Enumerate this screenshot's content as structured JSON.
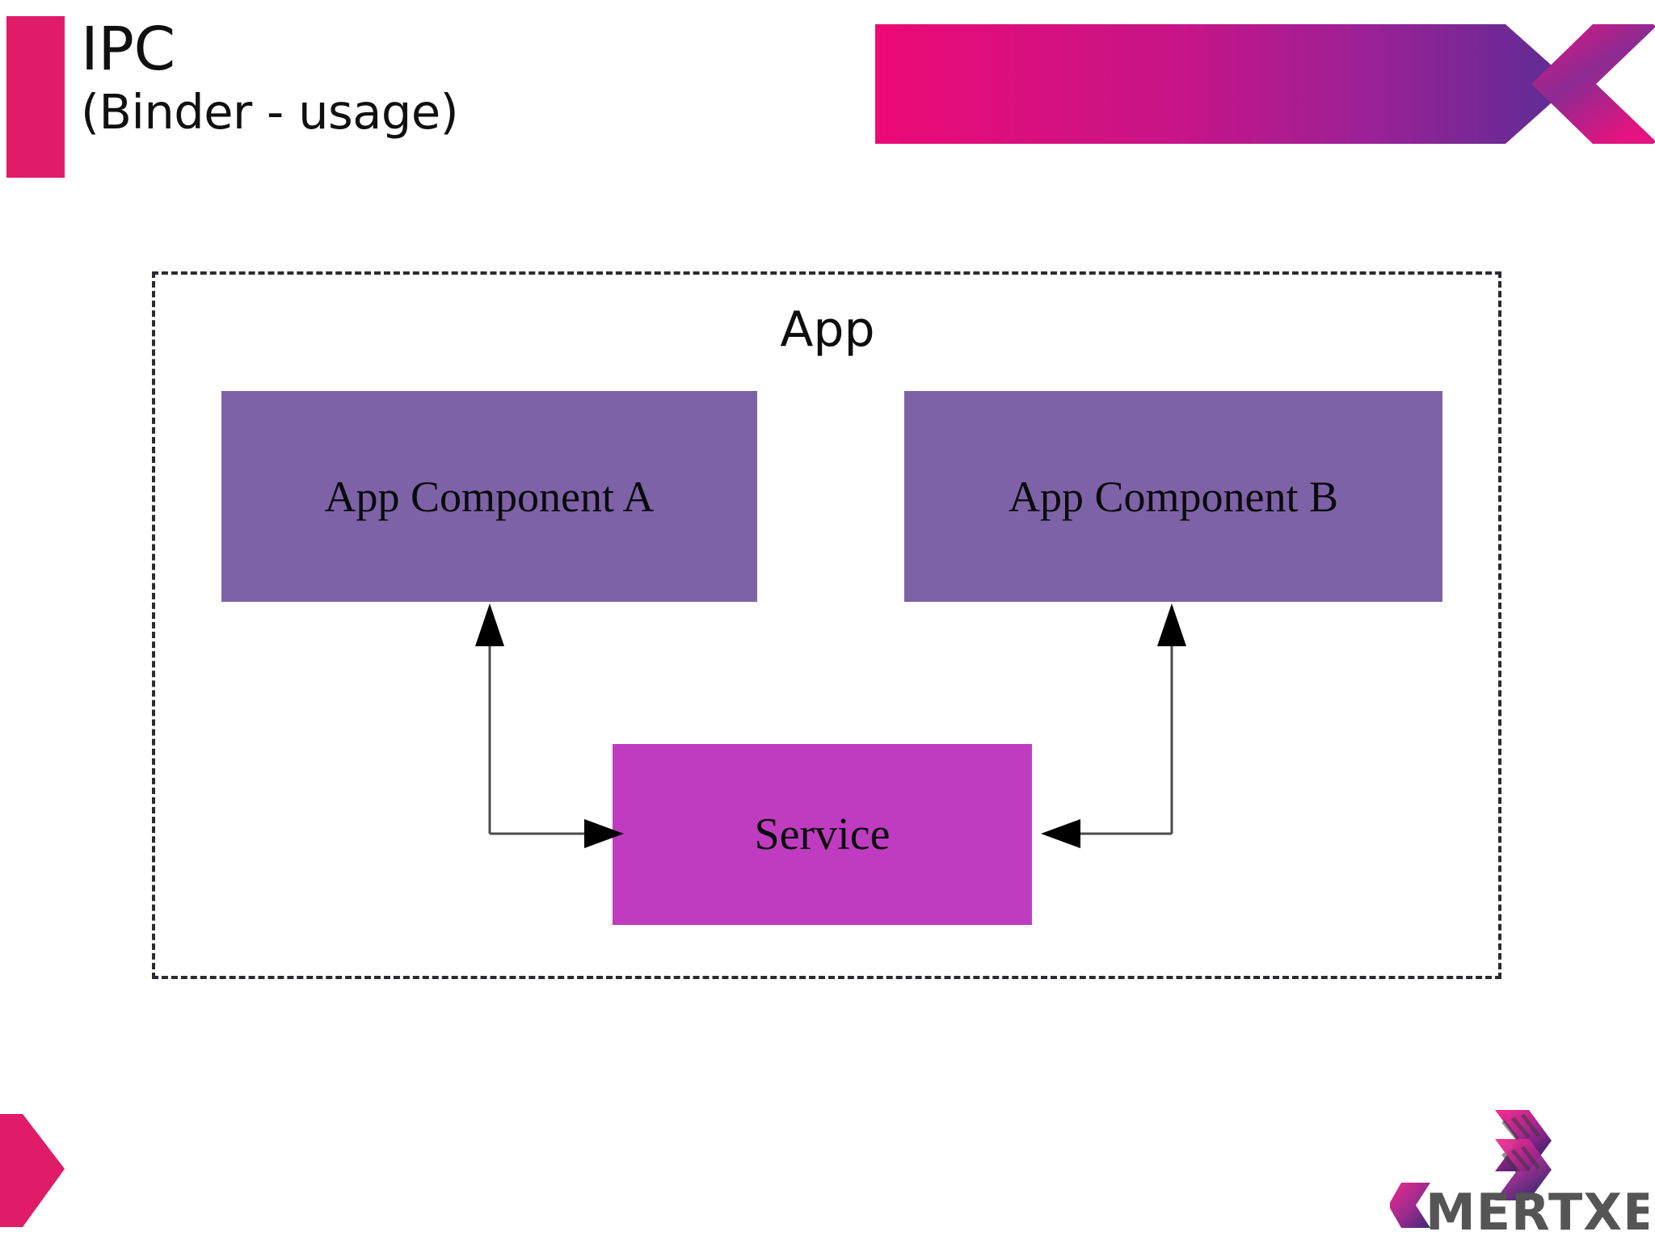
{
  "slide": {
    "title": "IPC",
    "subtitle": "(Binder - usage)",
    "accent_pink": "#E01B68",
    "accent_purple": "#6B2FA0",
    "component_fill": "#7E62A8",
    "service_fill": "#BF3CC0",
    "boundary_stroke": "#2a2a32"
  },
  "diagram": {
    "boundary_label": "App",
    "nodes": [
      {
        "id": "component-a",
        "label": "App Component A"
      },
      {
        "id": "component-b",
        "label": "App Component B"
      },
      {
        "id": "service",
        "label": "Service"
      }
    ],
    "connections": [
      {
        "from": "component-a",
        "to": "service",
        "style": "elbow",
        "arrows": "both"
      },
      {
        "from": "component-b",
        "to": "service",
        "style": "elbow",
        "arrows": "both"
      }
    ]
  },
  "footer": {
    "brand": "MERTXE",
    "brand_sigma": "Σ",
    "brand_full": "ΣMERTXE"
  },
  "icons": {
    "header_banner": "chevron-banner-icon",
    "footer_chevron": "chevron-right-icon",
    "logo_mark": "emertxe-chevron-logo-icon"
  }
}
